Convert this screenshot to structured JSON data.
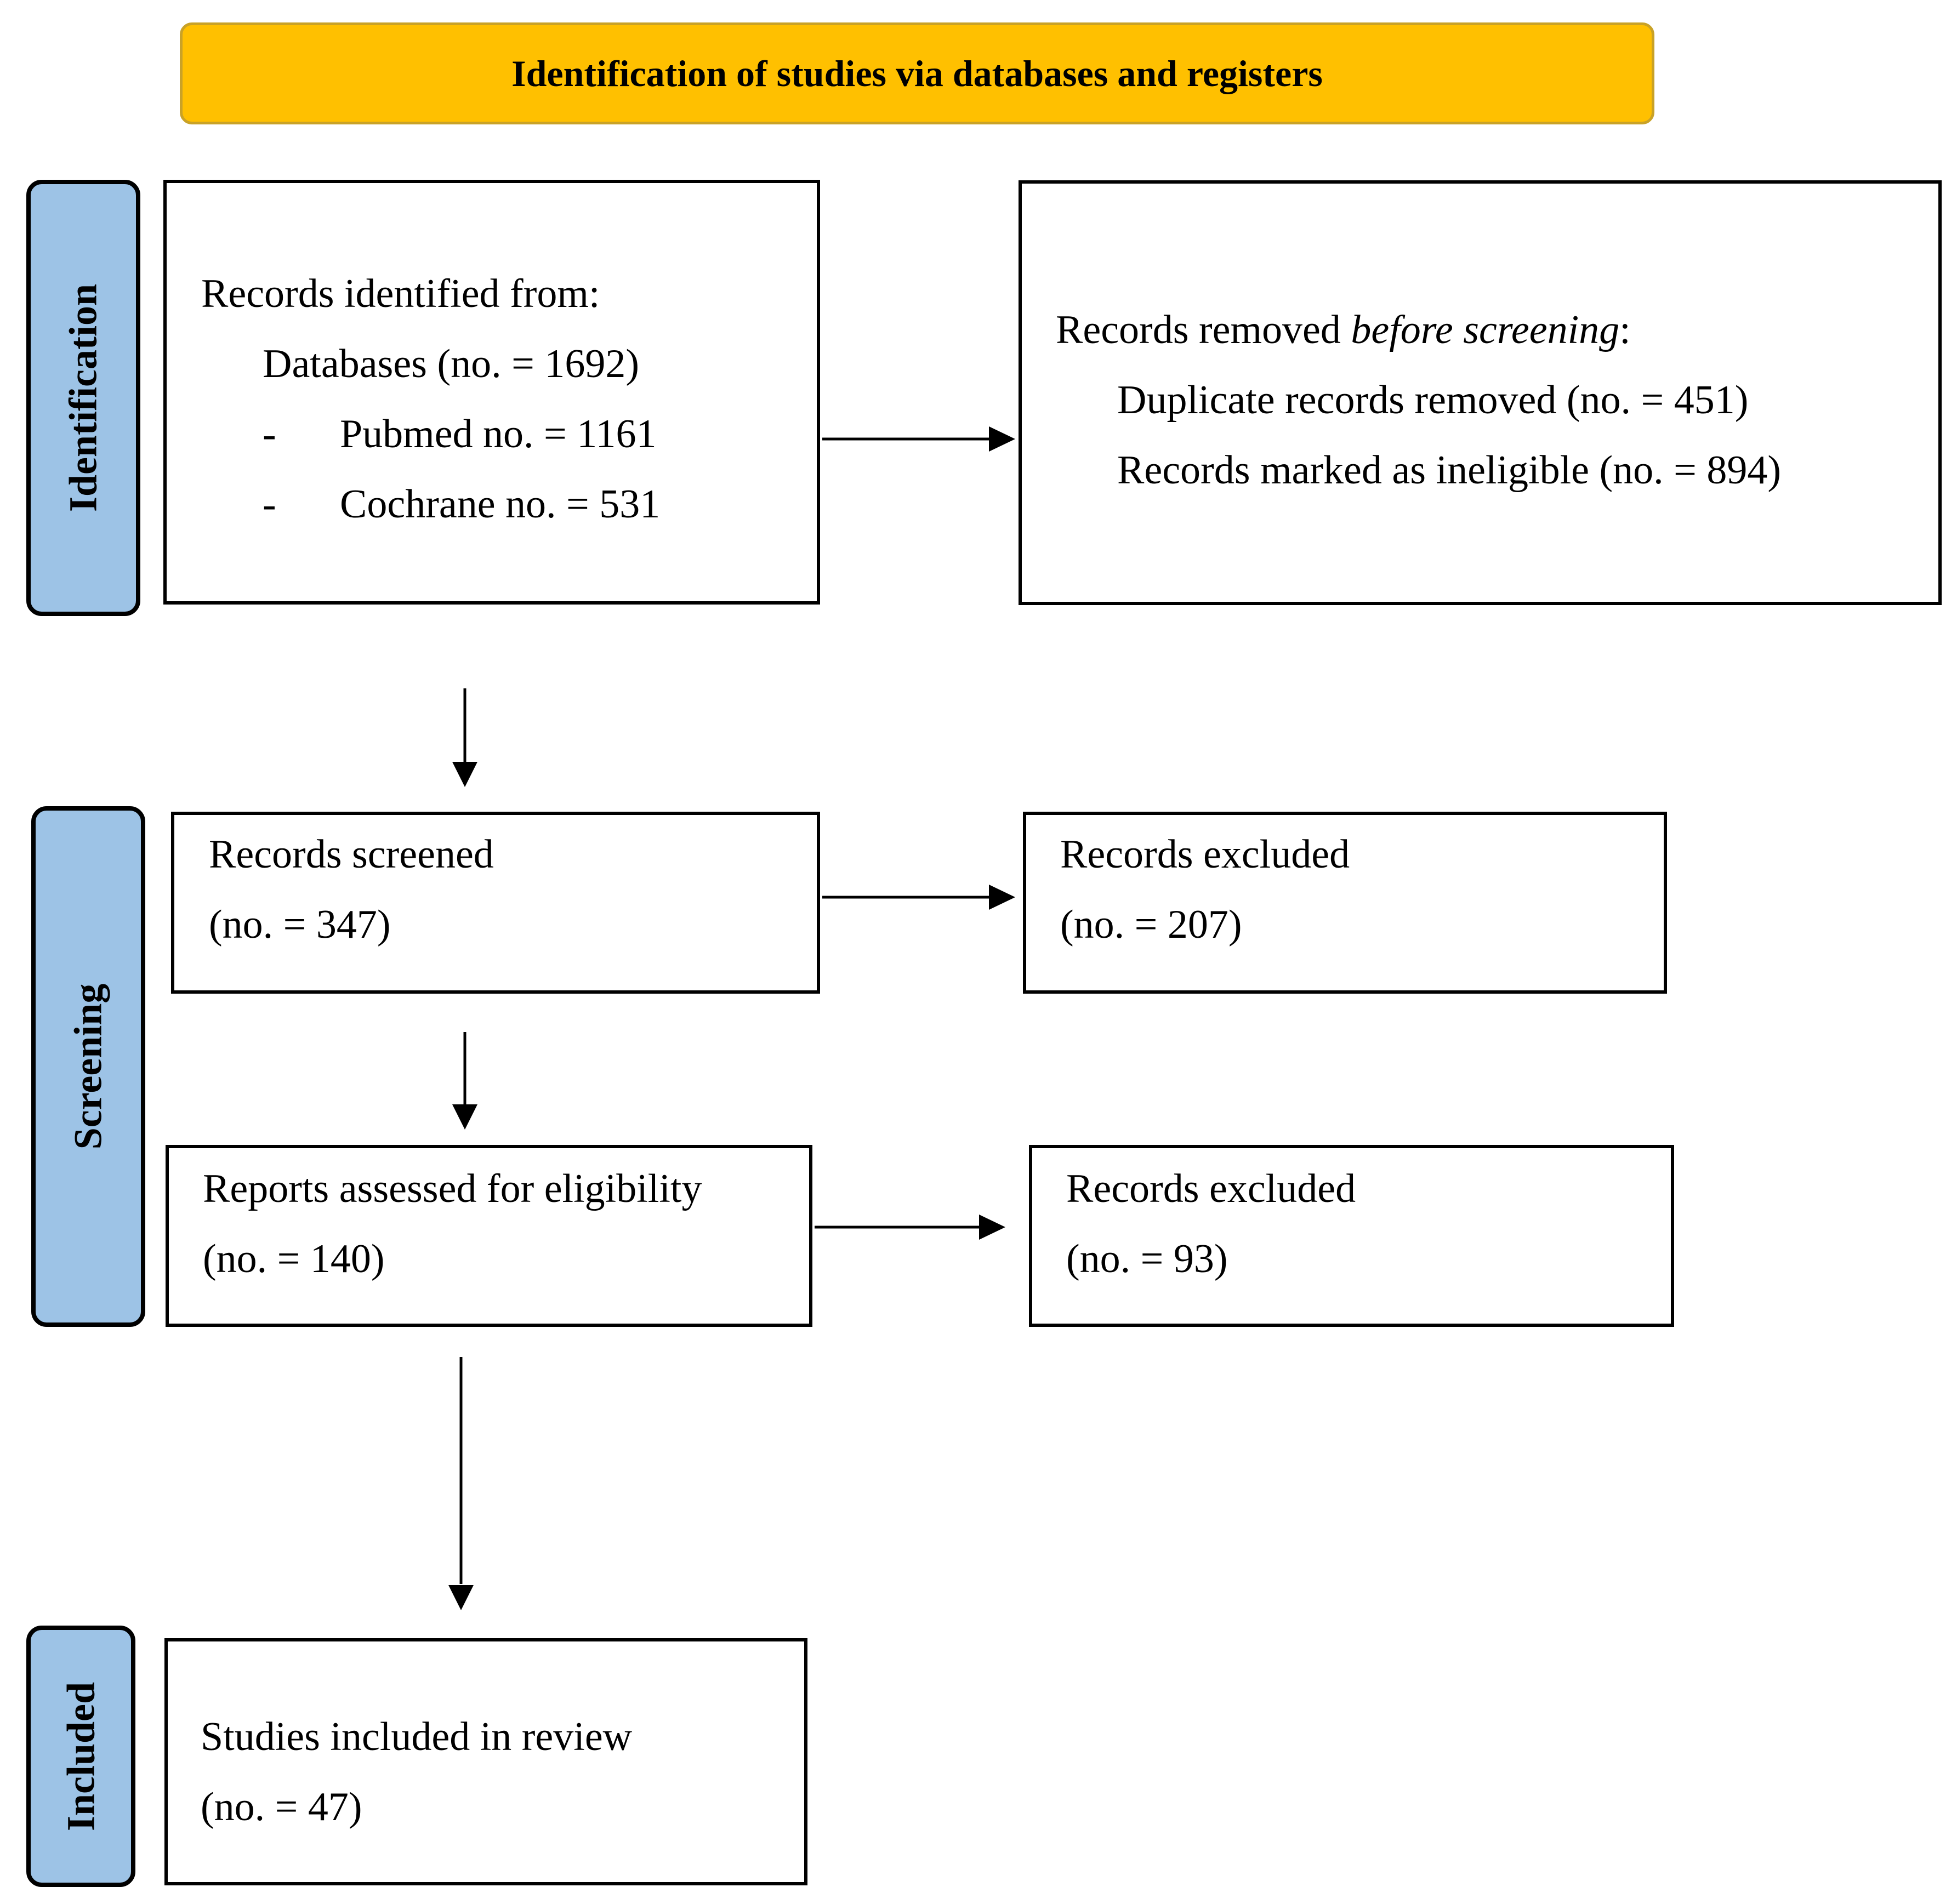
{
  "header": {
    "title": "Identification of studies via databases and registers"
  },
  "phases": {
    "identification": "Identification",
    "screening": "Screening",
    "included": "Included"
  },
  "identified": {
    "heading": "Records identified from:",
    "databases": "Databases (no. = 1692)",
    "dash1": "-",
    "pubmed": "Pubmed no. = 1161",
    "dash2": "-",
    "cochrane": "Cochrane no. = 531"
  },
  "removed": {
    "heading_pre": "Records removed ",
    "heading_em": "before screening",
    "heading_post": ":",
    "duplicates": "Duplicate records removed (no. = 451)",
    "ineligible": "Records marked as ineligible (no. = 894)"
  },
  "screened": {
    "label": "Records screened",
    "count": "(no. = 347)"
  },
  "excluded1": {
    "label": "Records excluded",
    "count": "(no. = 207)"
  },
  "assessed": {
    "label": "Reports assessed for eligibility",
    "count": "(no. = 140)"
  },
  "excluded2": {
    "label": "Records excluded",
    "count": "(no. = 93)"
  },
  "included": {
    "label": "Studies included in review",
    "count": "(no. = 47)"
  },
  "colors": {
    "header_fill": "#ffc000",
    "phase_fill": "#9dc3e6",
    "line": "#000000"
  }
}
